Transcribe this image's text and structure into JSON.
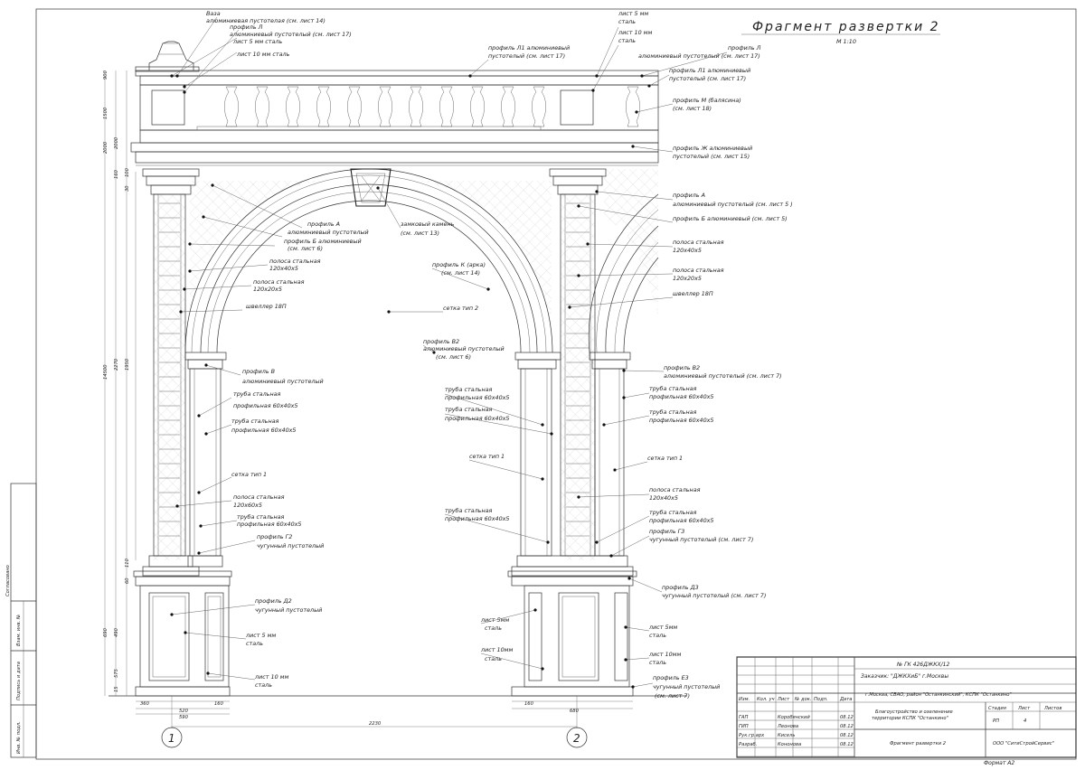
{
  "title": "Фрагмент развертки 2",
  "scale": "М 1:10",
  "axes": [
    "1",
    "2"
  ],
  "bottom_dims": [
    "360",
    "520",
    "590",
    "160",
    "160",
    "680",
    "2230"
  ],
  "left_dims": [
    "900",
    "1500",
    "2000",
    "2000",
    "160",
    "100",
    "30",
    "14500",
    "2270",
    "1950",
    "690",
    "490",
    "110",
    "60",
    "575",
    "15"
  ],
  "callouts_left": [
    "Ваза",
    "алюминиевая пустотелая (см. лист 14)",
    "профиль Л",
    "алюминиевый пустотелый (см. лист 17)",
    "лист 5 мм сталь",
    "лист 10 мм  сталь",
    "профиль А",
    "алюминиевый пустотелый",
    "профиль Б алюминиевый",
    "(см. лист 6)",
    "полоса стальная",
    "120х40х5",
    "полоса стальная",
    "120х20х5",
    "швеллер 18П",
    "профиль В",
    "алюминиевый пустотелый",
    "труба стальная",
    "профильная 60х40х5",
    "труба стальная",
    "профильная 60х40х5",
    "сетка тип 1",
    "полоса стальная",
    "120х60х5",
    "труба стальная",
    "профильная 60х40х5",
    "профиль Г2",
    "чугунный пустотелый",
    "профиль Д2",
    "чугунный пустотелый",
    "лист 5 мм",
    "сталь",
    "лист 10 мм",
    "сталь"
  ],
  "callouts_center": [
    "профиль Л1 алюминиевый",
    "пустотелый (см. лист 17)",
    "лист 5 мм",
    "сталь",
    "лист 10 мм",
    "сталь",
    "замковый камень",
    "(см. лист 13)",
    "профиль К (арка)",
    "(см. лист 14)",
    "сетка тип 2",
    "профиль В2",
    "алюминиевый пустотелый",
    "(см. лист 6)",
    "труба стальная",
    "профильная 60х40х5",
    "труба стальная",
    "профильная 60х40х5",
    "сетка тип 1",
    "труба стальная",
    "профильная 60х40х5",
    "лист 5мм",
    "сталь",
    "лист 10мм",
    "сталь"
  ],
  "callouts_right": [
    "профиль Л",
    "алюминиевый пустотелый (см. лист 17)",
    "профиль Л1 алюминиевый",
    "пустотелый (см. лист 17)",
    "профиль М (балясина)",
    "(см. лист 18)",
    "профиль Ж  алюминиевый",
    "пустотелый (см. лист 15)",
    "профиль А",
    "алюминиевый пустотелый (см. лист 5 )",
    "профиль Б алюминиевый (см. лист 5)",
    "полоса стальная",
    "120х40х5",
    "полоса стальная",
    "120х20х5",
    "швеллер 18П",
    "профиль В2",
    "алюминиевый пустотелый (см. лист 7)",
    "труба стальная",
    "профильная 60х40х5",
    "труба стальная",
    "профильная 60х40х5",
    "сетка тип 1",
    "полоса стальная",
    "120х40х5",
    "труба стальная",
    "профильная 60х40х5",
    "профиль Г3",
    "чугунный пустотелый (см. лист 7)",
    "профиль Д3",
    "чугунный пустотелый (см. лист 7)",
    "лист 5мм",
    "сталь",
    "лист 10мм",
    "сталь",
    "профиль Е3",
    "чугунный пустотелый",
    "(см. лист 7)"
  ],
  "side_stamp": [
    "Согласовано",
    "Взам. инв. №",
    "Подпись и дата",
    "Инв. № подл."
  ],
  "title_block": {
    "doc_number": "№ ГК 426ДЖКХ/12",
    "customer": "Заказчик: \"ДЖКХиБ\" г.Москвы",
    "address": "г.Москва, СВАО, район \"Останкинский\", КСПК \"Останкино\"",
    "project_line1": "Благоустройство и озеленение",
    "project_line2": "территории КСПК \"Останкино\"",
    "sheet_title": "Фрагмент развертки 2",
    "company": "ООО \"СитиСтройСервис\"",
    "format": "Формат А2",
    "stage_label": "Стадия",
    "sheet_label": "Лист",
    "sheets_label": "Листов",
    "stage": "РП",
    "sheet": "4",
    "sheets": "",
    "col_headers": [
      "Изм.",
      "Кол. уч",
      "Лист",
      "№ док.",
      "Подп.",
      "Дата"
    ],
    "people": [
      {
        "role": "ГАП",
        "name": "Коробянский",
        "date": "08.12"
      },
      {
        "role": "ГИП",
        "name": "Леонова",
        "date": "08.12"
      },
      {
        "role": "Рук.гр.арх",
        "name": "Кисель",
        "date": "08.12"
      },
      {
        "role": "Разраб.",
        "name": "Кононова",
        "date": "08.12"
      }
    ]
  }
}
